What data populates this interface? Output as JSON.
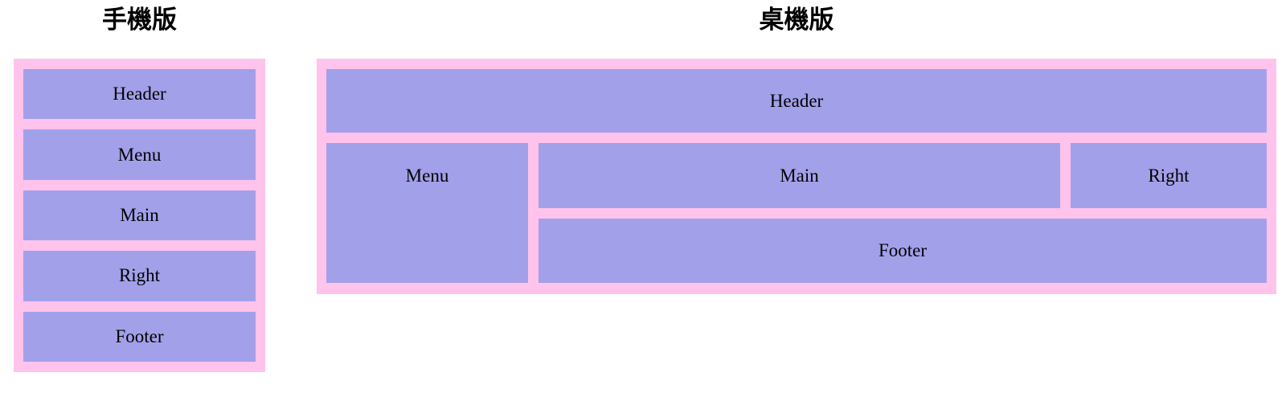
{
  "colors": {
    "container_bg": "#ffc3ec",
    "box_bg": "#a3a0ea",
    "text": "#000000"
  },
  "mobile": {
    "title": "手機版",
    "boxes": {
      "header": "Header",
      "menu": "Menu",
      "main": "Main",
      "right": "Right",
      "footer": "Footer"
    }
  },
  "desktop": {
    "title": "桌機版",
    "boxes": {
      "header": "Header",
      "menu": "Menu",
      "main": "Main",
      "right": "Right",
      "footer": "Footer"
    }
  }
}
